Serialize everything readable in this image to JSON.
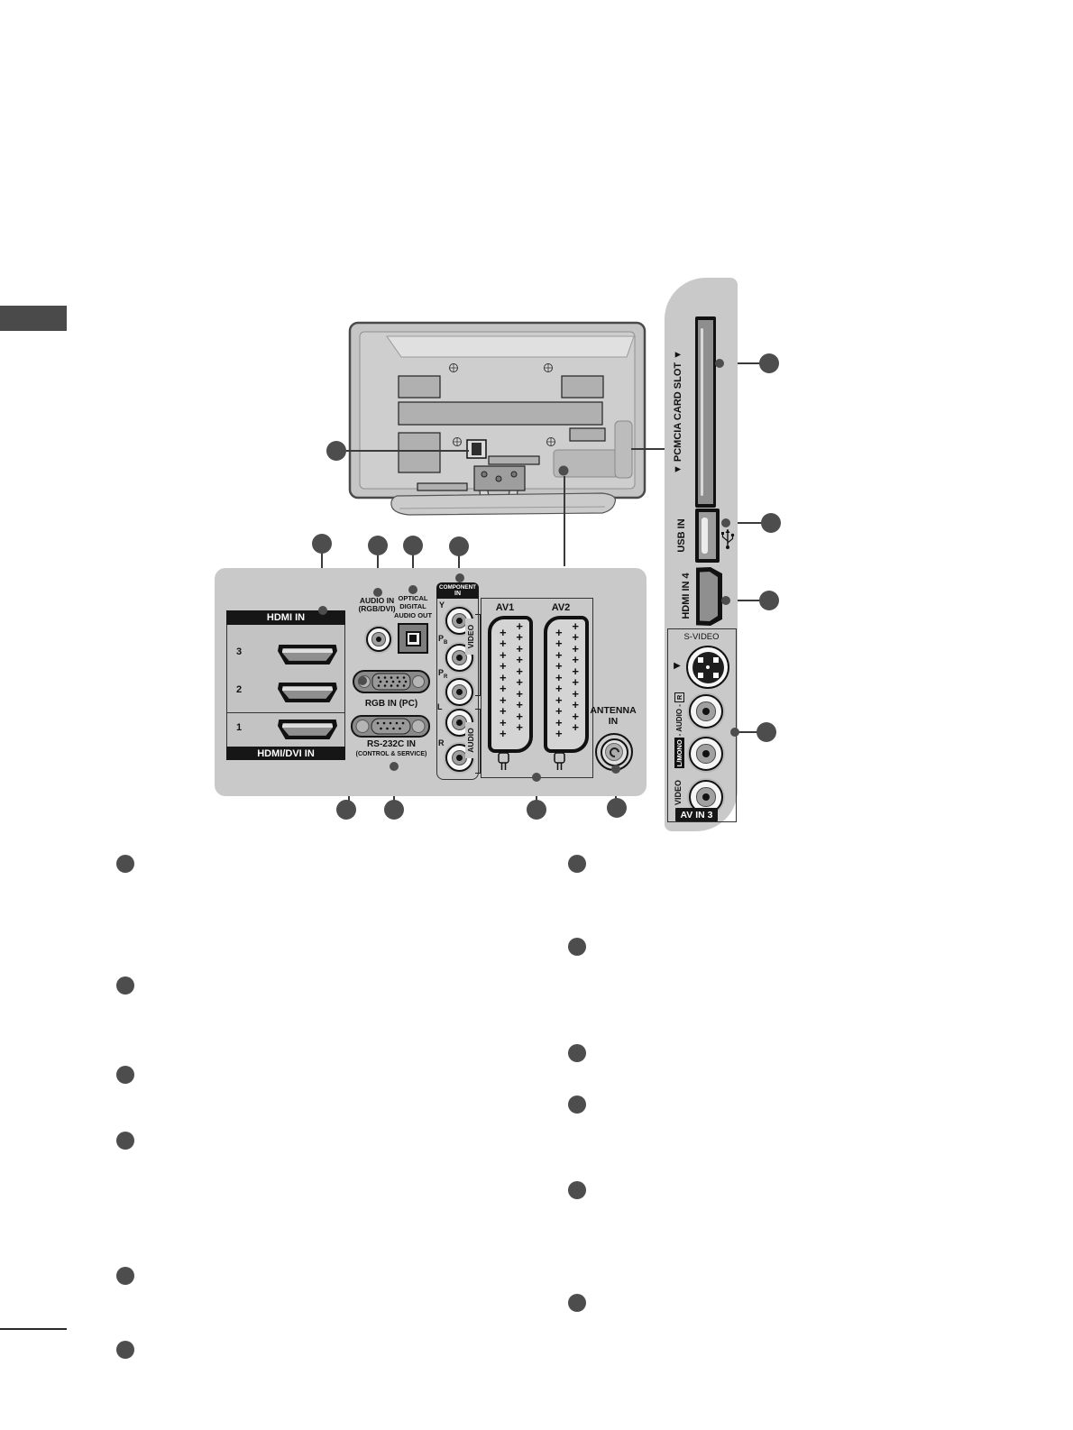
{
  "side_panel": {
    "pcmcia_label": "▼ PCMCIA CARD SLOT ▼",
    "usb_label": "USB IN",
    "hdmi4_label": "HDMI IN 4",
    "av3": {
      "s_video": "S-VIDEO",
      "arrow": "▶",
      "l_mono": "L/MONO",
      "audio_mid": "- AUDIO -",
      "audio_r": "R",
      "video": "VIDEO",
      "title": "AV IN 3"
    }
  },
  "main_panel": {
    "hdmi": {
      "header": "HDMI IN",
      "footer": "HDMI/DVI IN",
      "ports": [
        "3",
        "2",
        "1"
      ]
    },
    "audio_in": {
      "line1": "AUDIO IN",
      "line2": "(RGB/DVI)"
    },
    "optical": {
      "line1": "OPTICAL",
      "line2": "DIGITAL",
      "line3": "AUDIO OUT"
    },
    "rgb_label": "RGB IN (PC)",
    "rs232": {
      "line1": "RS-232C IN",
      "line2": "(CONTROL & SERVICE)"
    },
    "component": {
      "header1": "COMPONENT",
      "header2": "IN",
      "jacks": [
        {
          "main": "Y",
          "sub": ""
        },
        {
          "main": "P",
          "sub": "B"
        },
        {
          "main": "P",
          "sub": "R"
        },
        {
          "main": "L",
          "sub": ""
        },
        {
          "main": "R",
          "sub": ""
        }
      ],
      "video_group": "VIDEO",
      "audio_group": "AUDIO"
    },
    "scart": {
      "av1": "AV1",
      "av2": "AV2"
    },
    "antenna": {
      "line1": "ANTENNA",
      "line2": "IN"
    }
  },
  "colors": {
    "panel_bg": "#c9c9c9",
    "callout": "#4d4d4d",
    "bar": "#161616"
  }
}
